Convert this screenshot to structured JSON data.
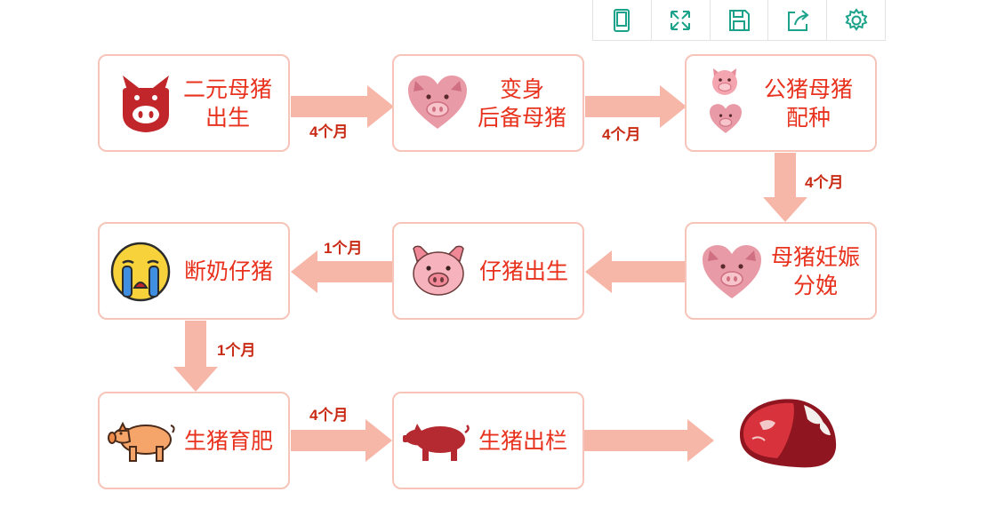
{
  "toolbar": {
    "buttons": [
      {
        "name": "tablet-icon"
      },
      {
        "name": "expand-icon"
      },
      {
        "name": "save-icon"
      },
      {
        "name": "share-icon"
      },
      {
        "name": "settings-icon"
      }
    ],
    "accent": "#1aa38a"
  },
  "colors": {
    "label": "#e8321e",
    "duration": "#c92a14",
    "box_border": "#f6c4b8",
    "arrow": "#f6b7a8",
    "pig_pink": "#f4a6b0",
    "pig_dark_red": "#c0262a"
  },
  "steps": {
    "s1": {
      "line1": "二元母猪",
      "line2": "出生"
    },
    "s2": {
      "line1": "变身",
      "line2": "后备母猪"
    },
    "s3": {
      "line1": "公猪母猪",
      "line2": "配种"
    },
    "s4": {
      "line1": "母猪妊娠",
      "line2": "分娩"
    },
    "s5": {
      "line1": "仔猪出生"
    },
    "s6": {
      "line1": "断奶仔猪"
    },
    "s7": {
      "line1": "生猪育肥"
    },
    "s8": {
      "line1": "生猪出栏"
    }
  },
  "durations": {
    "d1": "4个月",
    "d2": "4个月",
    "d3": "4个月",
    "d4": "1个月",
    "d5": "1个月",
    "d6": "4个月"
  },
  "end_icon": "meat-icon"
}
